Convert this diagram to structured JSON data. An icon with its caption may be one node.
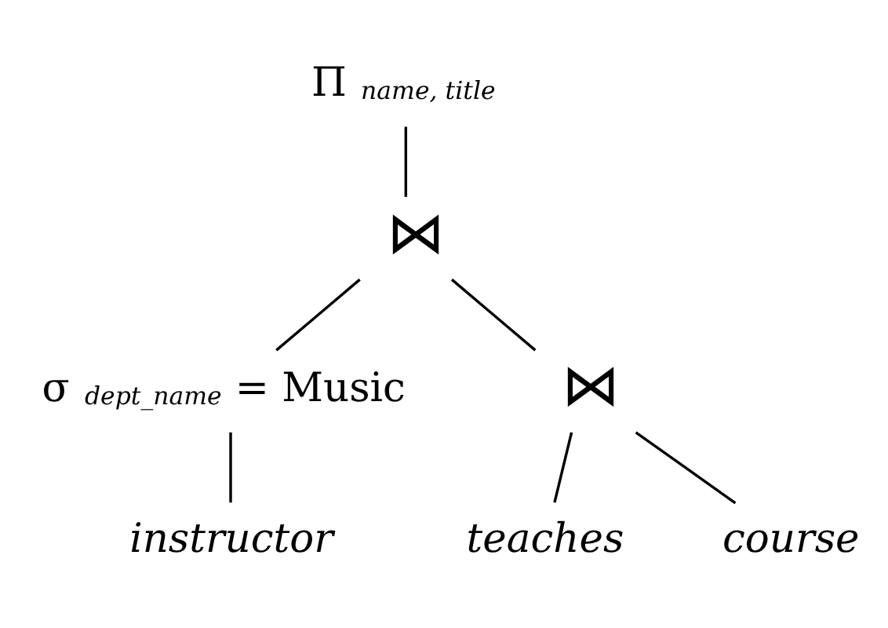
{
  "diagram": {
    "nodes": [
      {
        "text": [
          "Π$_{name, title}$"
        ]
      },
      {
        "text": [
          "⋈"
        ]
      },
      {
        "text": [
          "σ$_{dept_name}$ = Music"
        ]
      },
      {
        "text": [
          "⋈"
        ]
      },
      {
        "text": [
          "instructor"
        ]
      },
      {
        "text": [
          "teaches"
        ]
      },
      {
        "text": [
          "course"
        ]
      }
    ],
    "edges": [
      {
        "from": 0,
        "to": 1,
        "arrow": "none"
      },
      {
        "from": 1,
        "to": 2,
        "arrow": "none"
      },
      {
        "from": 1,
        "to": 3,
        "arrow": "none"
      },
      {
        "from": 2,
        "to": 4,
        "arrow": "none"
      },
      {
        "from": 3,
        "to": 5,
        "arrow": "none"
      },
      {
        "from": 3,
        "to": 6,
        "arrow": "none"
      }
    ]
  }
}
